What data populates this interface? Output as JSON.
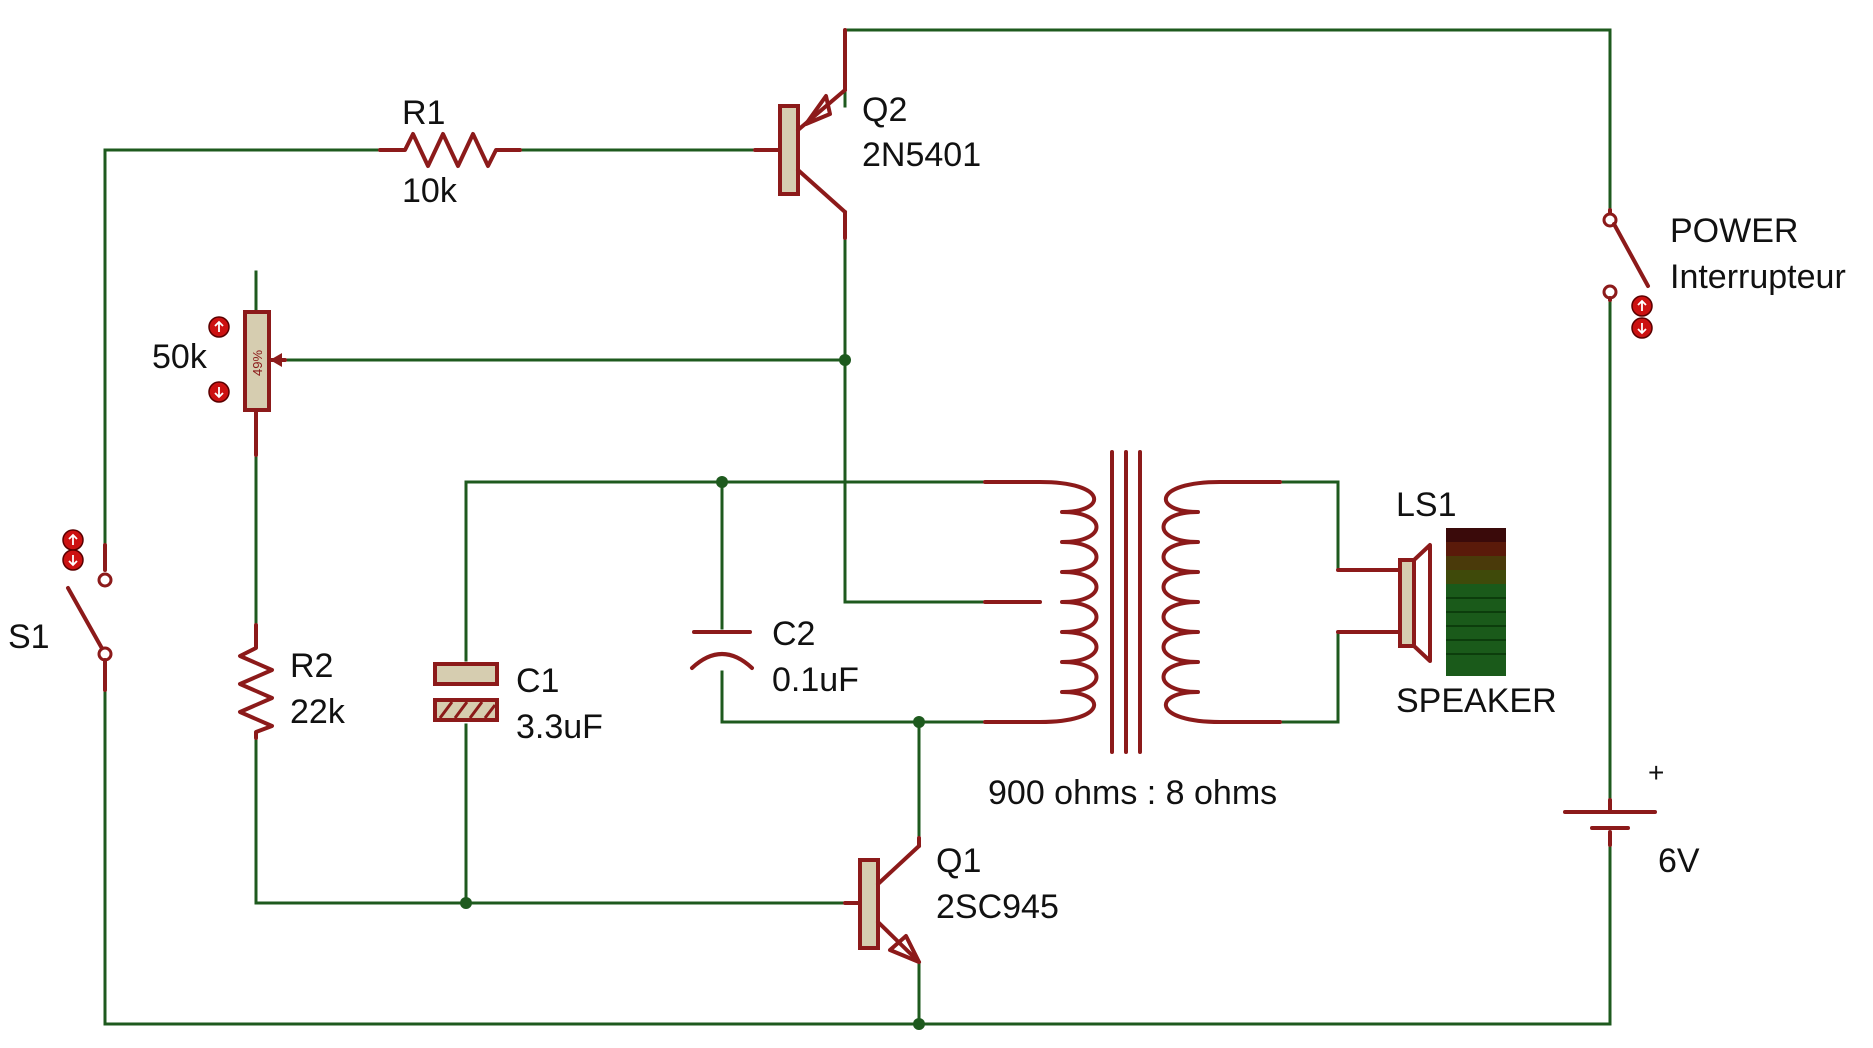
{
  "components": {
    "r1": {
      "ref": "R1",
      "value": "10k"
    },
    "r2": {
      "ref": "R2",
      "value": "22k"
    },
    "pot": {
      "value": "50k",
      "setting": "49%"
    },
    "c1": {
      "ref": "C1",
      "value": "3.3uF"
    },
    "c2": {
      "ref": "C2",
      "value": "0.1uF"
    },
    "q1": {
      "ref": "Q1",
      "part": "2SC945"
    },
    "q2": {
      "ref": "Q2",
      "part": "2N5401"
    },
    "s1": {
      "ref": "S1"
    },
    "power_switch": {
      "ref": "POWER",
      "part": "Interrupteur"
    },
    "battery": {
      "value": "6V",
      "polarity": "+"
    },
    "speaker": {
      "ref": "LS1",
      "part": "SPEAKER"
    },
    "transformer": {
      "ratio": "900 ohms : 8 ohms"
    }
  },
  "colors": {
    "wire": "#1e5a1e",
    "component": "#8c1a1a",
    "component_fill": "#d6cdb0",
    "pin_indicator": "#cc1111"
  }
}
